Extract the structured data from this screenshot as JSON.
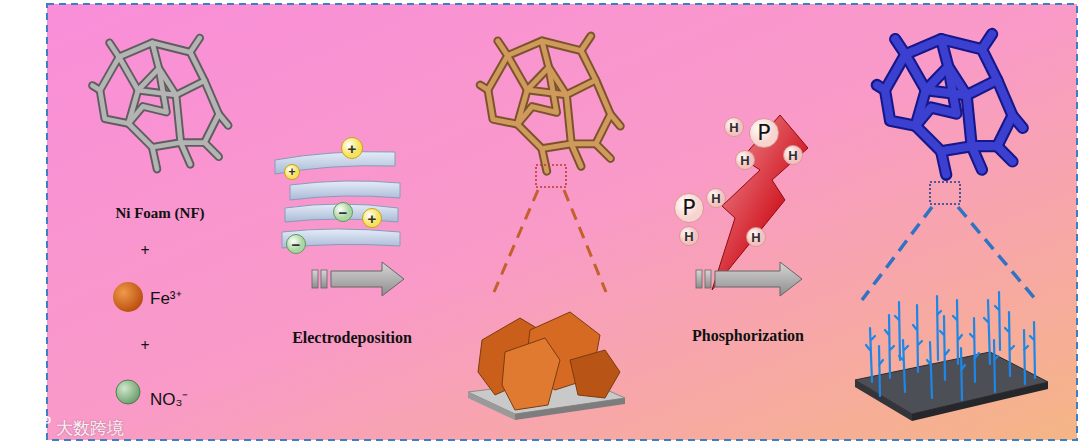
{
  "diagram": {
    "nodes": [
      {
        "text": [
          "+"
        ]
      },
      {
        "text": [
          "+"
        ]
      },
      {
        "text": [
          "−"
        ]
      },
      {
        "text": [
          "+"
        ]
      },
      {
        "text": [
          "−"
        ]
      },
      {
        "text": [
          "H"
        ]
      },
      {
        "text": [
          "P"
        ]
      },
      {
        "text": [
          "H"
        ]
      },
      {
        "text": [
          "H"
        ]
      },
      {
        "text": [
          "P"
        ]
      },
      {
        "text": [
          "H"
        ]
      },
      {
        "text": [
          "H"
        ]
      },
      {
        "text": [
          "H"
        ]
      }
    ],
    "labels": [
      "Ni Foam (NF)",
      "+",
      "Fe³⁺",
      "+",
      "NO₃⁻",
      "Electrodeposition",
      "Phosphorization",
      "大数跨境"
    ]
  }
}
